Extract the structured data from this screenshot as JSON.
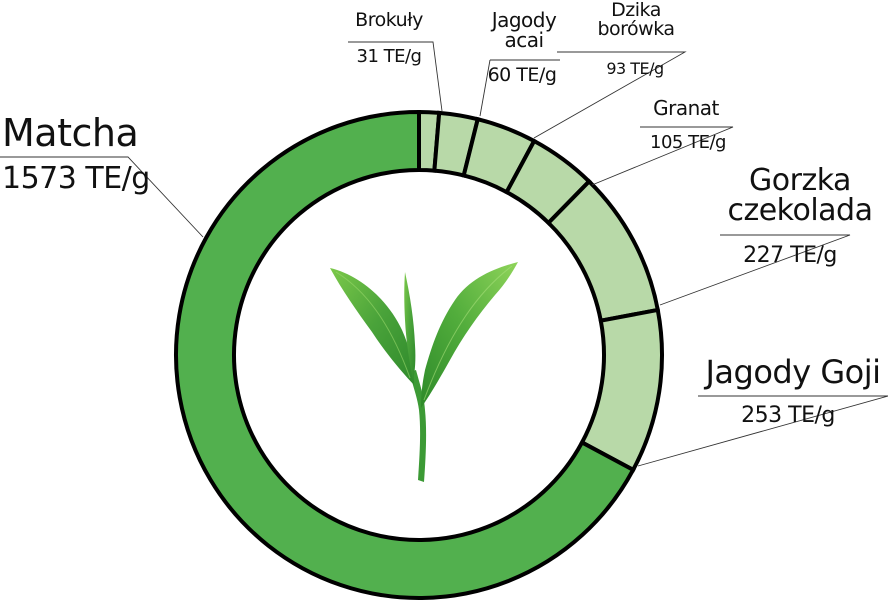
{
  "chart_data": {
    "type": "pie",
    "subtype": "donut",
    "title": "",
    "unit": "TE/g",
    "categories": [
      "Matcha",
      "Jagody Goji",
      "Gorzka czekolada",
      "Granat",
      "Dzika borówka",
      "Jagody acai",
      "Brokuły"
    ],
    "values": [
      1573,
      253,
      227,
      105,
      93,
      60,
      31
    ],
    "colors": {
      "highlight": "#52b04e",
      "others": "#b8d9a8",
      "stroke": "#000000"
    },
    "center_image": "tea-leaf-sprout",
    "order_clockwise_from_top": [
      "Brokuły",
      "Jagody acai",
      "Dzika borówka",
      "Granat",
      "Gorzka czekolada",
      "Jagody Goji",
      "Matcha"
    ]
  },
  "labels": {
    "matcha": {
      "name": "Matcha",
      "value": "1573 TE/g"
    },
    "brokuly": {
      "name": "Brokuły",
      "value": "31 TE/g"
    },
    "acai": {
      "name_line1": "Jagody",
      "name_line2": "acai",
      "value": "60 TE/g"
    },
    "dzika": {
      "name_line1": "Dzika",
      "name_line2": "borówka",
      "value": "93 TE/g"
    },
    "granat": {
      "name": "Granat",
      "value": "105 TE/g"
    },
    "gorzka": {
      "name_line1": "Gorzka",
      "name_line2": "czekolada",
      "value": "227 TE/g"
    },
    "goji": {
      "name": "Jagody Goji",
      "value": "253 TE/g"
    }
  }
}
